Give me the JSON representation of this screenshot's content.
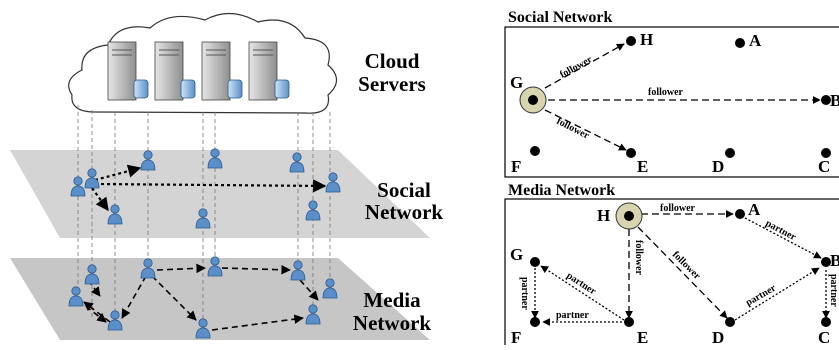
{
  "left": {
    "cloud_label_line1": "Cloud",
    "cloud_label_line2": "Servers",
    "social_label_line1": "Social",
    "social_label_line2": "Network",
    "media_label_line1": "Media",
    "media_label_line2": "Network"
  },
  "social_panel": {
    "title": "Social Network",
    "nodes": {
      "H": "H",
      "A": "A",
      "G": "G",
      "B": "B",
      "F": "F",
      "E": "E",
      "D": "D",
      "C": "C"
    },
    "edge_labels": {
      "g_h": "follower",
      "g_b": "follower",
      "g_e": "follower"
    }
  },
  "media_panel": {
    "title": "Media Network",
    "nodes": {
      "H": "H",
      "A": "A",
      "G": "G",
      "B": "B",
      "F": "F",
      "E": "E",
      "D": "D",
      "C": "C"
    },
    "edge_labels": {
      "h_a": "follower",
      "h_e": "follower",
      "h_d": "follower",
      "a_b": "partner",
      "e_g": "partner",
      "g_f": "partner",
      "f_e": "partner",
      "d_b": "partner",
      "b_c": "partner"
    }
  },
  "colors": {
    "plane": "#c8c8c8",
    "user_icon": "#5b8fc9",
    "highlight_node": "#d8d4b0",
    "server_body": "#bfbfbf"
  }
}
